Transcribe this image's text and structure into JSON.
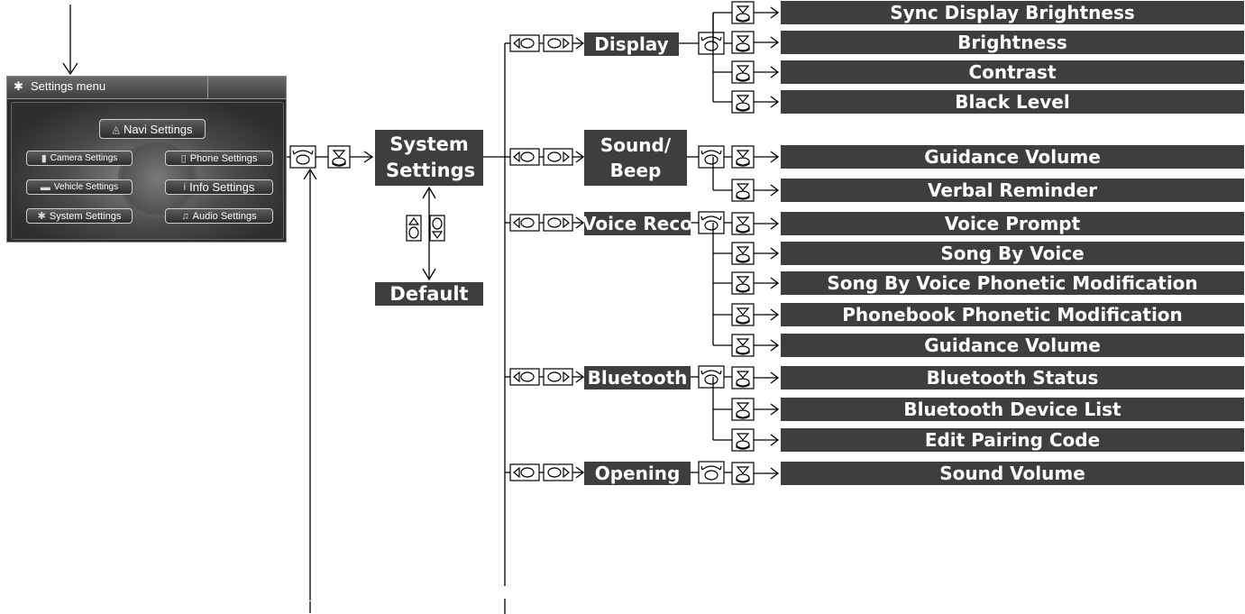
{
  "screen": {
    "title": "Settings menu",
    "buttons": {
      "navi": "Navi Settings",
      "camera": "Camera Settings",
      "phone": "Phone Settings",
      "vehicle": "Vehicle Settings",
      "info": "Info Settings",
      "system": "System Settings",
      "audio": "Audio Settings"
    }
  },
  "system_settings": "System Settings",
  "default_label": "Default",
  "categories": [
    {
      "label": "Display",
      "items": [
        "Sync Display Brightness",
        "Brightness",
        "Contrast",
        "Black Level"
      ]
    },
    {
      "label": "Sound/ Beep",
      "items": [
        "Guidance Volume",
        "Verbal Reminder"
      ]
    },
    {
      "label": "Voice Reco",
      "items": [
        "Voice Prompt",
        "Song By Voice",
        "Song By Voice Phonetic Modification",
        "Phonebook Phonetic Modification",
        "Guidance Volume"
      ]
    },
    {
      "label": "Bluetooth",
      "items": [
        "Bluetooth Status",
        "Bluetooth Device List",
        "Edit Pairing Code"
      ]
    },
    {
      "label": "Opening",
      "items": [
        "Sound Volume"
      ]
    }
  ]
}
